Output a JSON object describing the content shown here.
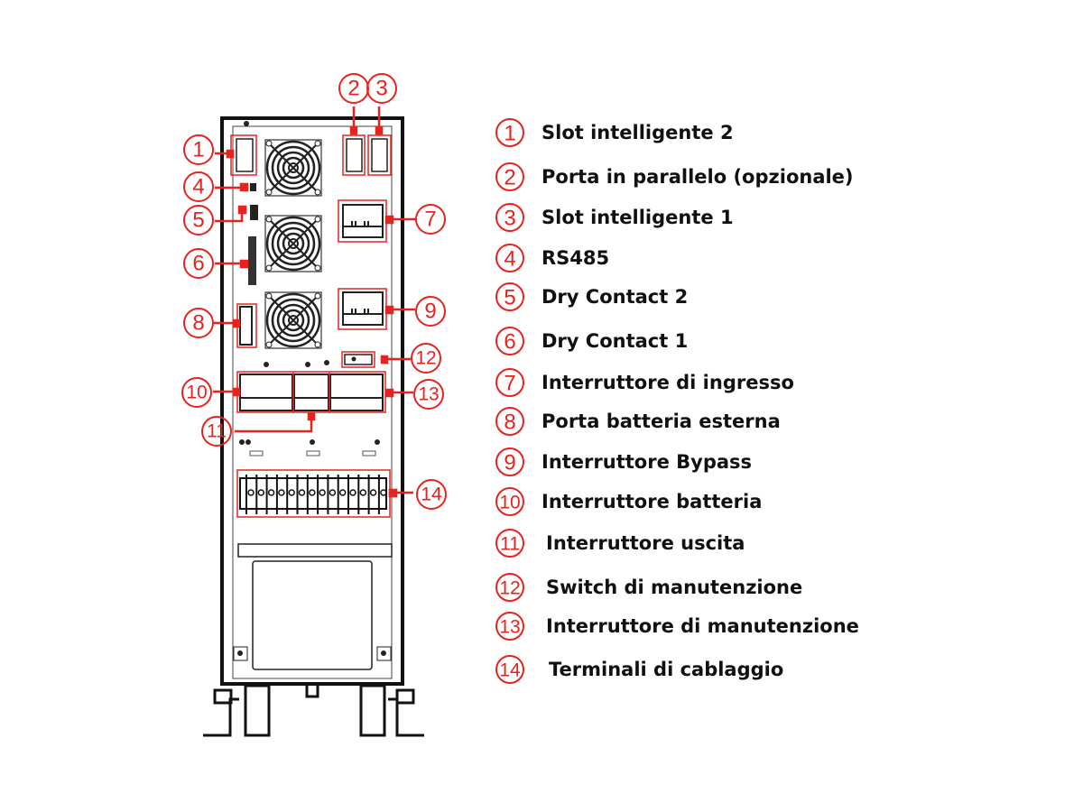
{
  "colors": {
    "callout": "#e8231e",
    "line": "#1a1a1a"
  },
  "callouts": {
    "n1": "1",
    "n2": "2",
    "n3": "3",
    "n4": "4",
    "n5": "5",
    "n6": "6",
    "n7": "7",
    "n8": "8",
    "n9": "9",
    "n10": "10",
    "n11": "11",
    "n12": "12",
    "n13": "13",
    "n14": "14"
  },
  "legend": [
    {
      "num": "1",
      "label": "Slot intelligente 2"
    },
    {
      "num": "2",
      "label": "Porta in parallelo (opzionale)"
    },
    {
      "num": "3",
      "label": "Slot intelligente 1"
    },
    {
      "num": "4",
      "label": "RS485"
    },
    {
      "num": "5",
      "label": "Dry Contact 2"
    },
    {
      "num": "6",
      "label": "Dry Contact 1"
    },
    {
      "num": "7",
      "label": "Interruttore di ingresso"
    },
    {
      "num": "8",
      "label": "Porta batteria esterna"
    },
    {
      "num": "9",
      "label": "Interruttore Bypass"
    },
    {
      "num": "10",
      "label": "Interruttore batteria"
    },
    {
      "num": "11",
      "label": "Interruttore uscita"
    },
    {
      "num": "12",
      "label": "Switch di manutenzione"
    },
    {
      "num": "13",
      "label": "Interruttore di manutenzione"
    },
    {
      "num": "14",
      "label": "Terminali di cablaggio"
    }
  ]
}
